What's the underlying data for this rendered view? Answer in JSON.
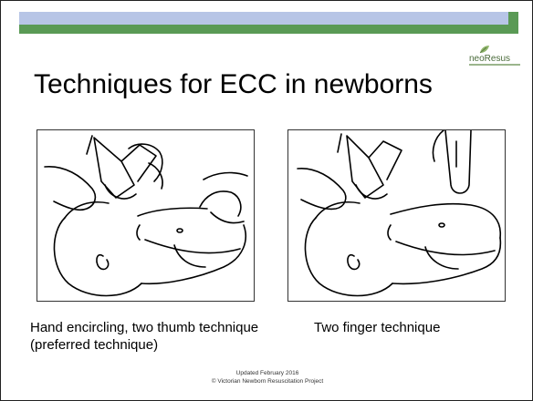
{
  "title": "Techniques for ECC in newborns",
  "logo": {
    "text": "neoResus"
  },
  "figures": [
    {
      "caption": "Hand encircling, two thumb technique (preferred technique)"
    },
    {
      "caption": "Two finger technique"
    }
  ],
  "footer": {
    "line1": "Updated February 2016",
    "line2": "© Victorian Newborn Resuscitation Project"
  },
  "colors": {
    "bar_blue": "#b7c5e6",
    "bar_green": "#5a9a55",
    "logo_green": "#4a6b3a"
  }
}
